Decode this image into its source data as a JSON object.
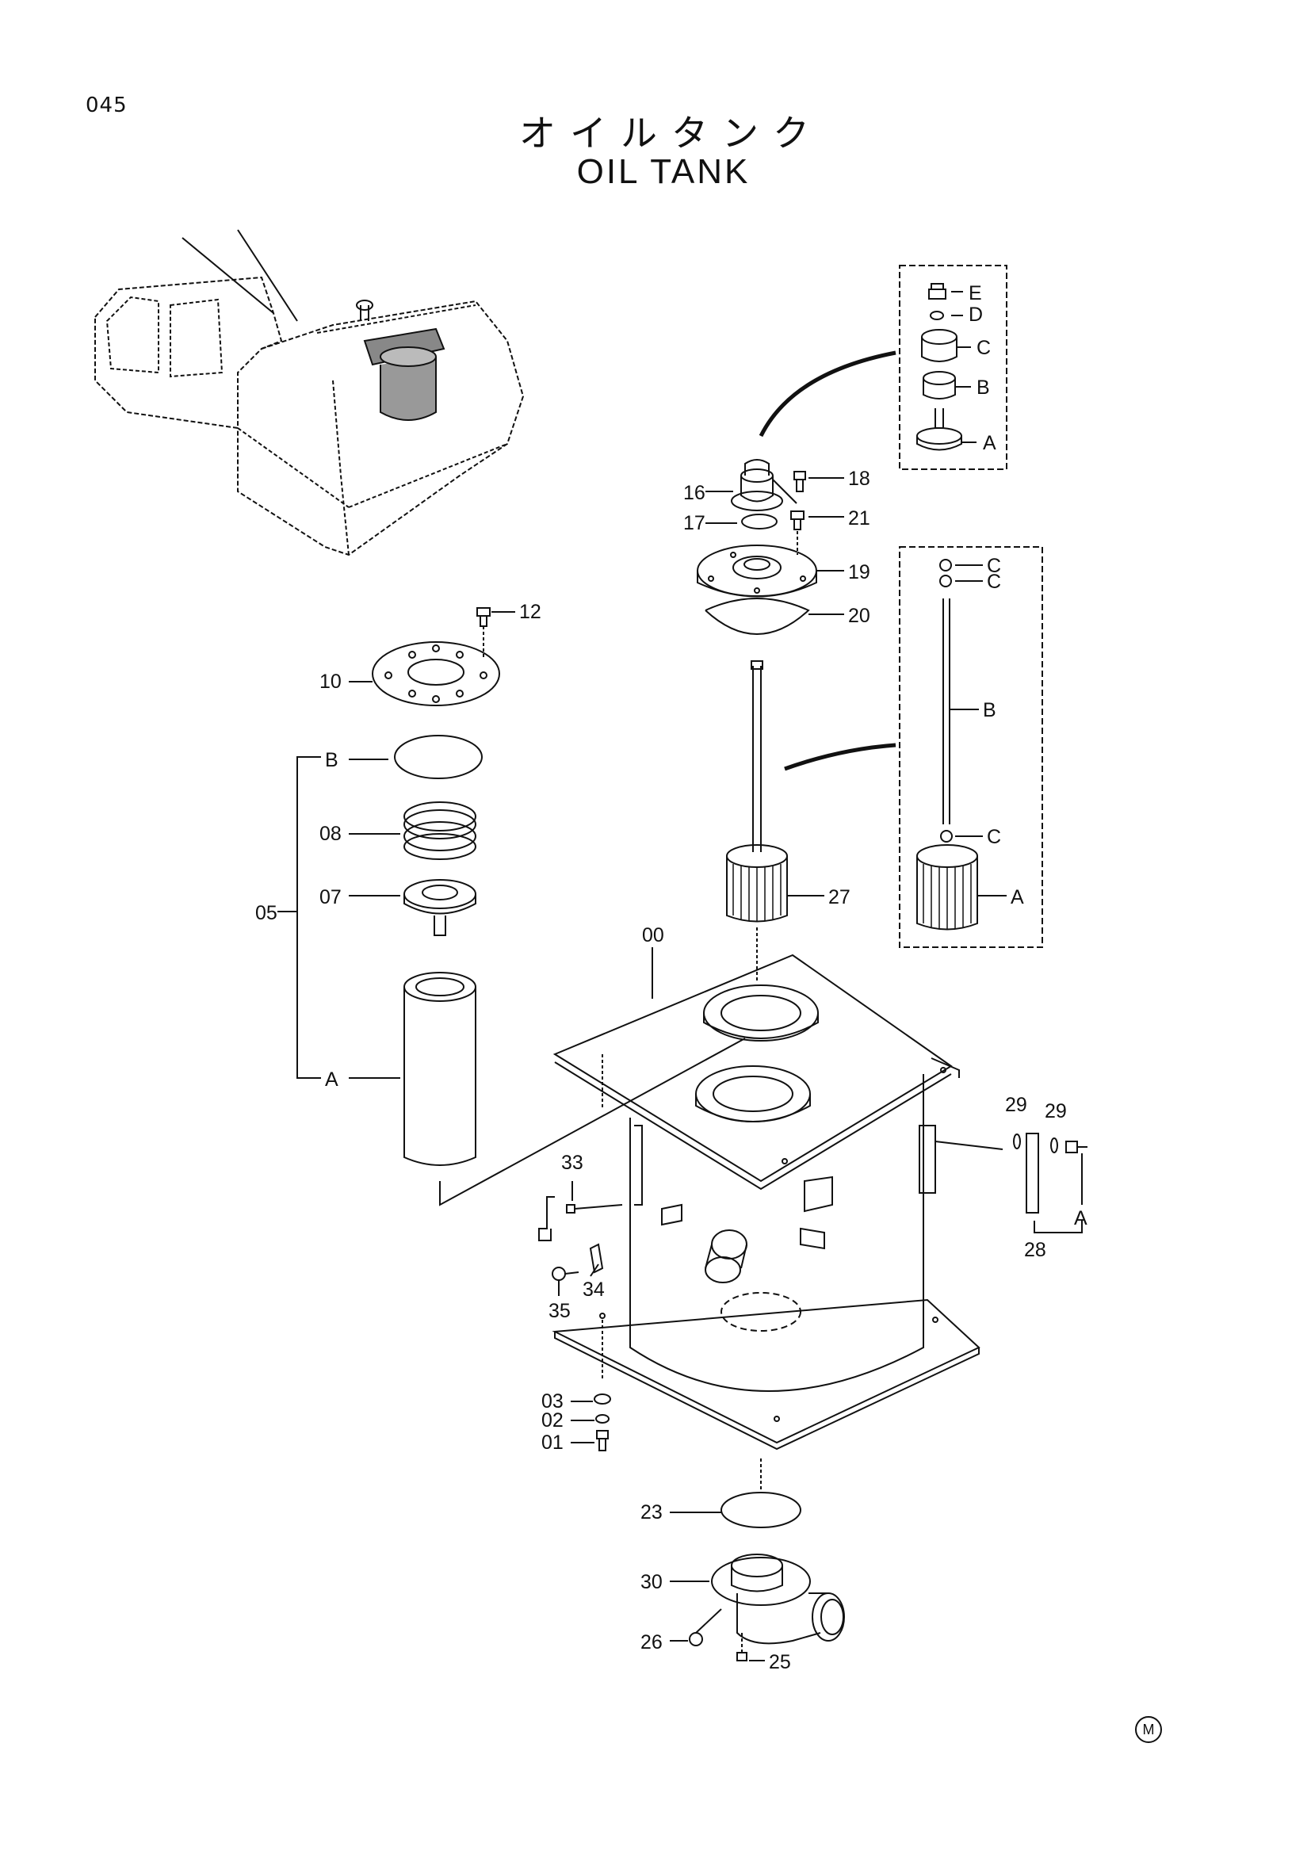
{
  "header": {
    "page_number": "045",
    "title_jp": "オイルタンク",
    "title_en": "OIL TANK"
  },
  "labels": {
    "p00": "00",
    "p01": "01",
    "p02": "02",
    "p03": "03",
    "p05": "05",
    "p07": "07",
    "p08": "08",
    "p10": "10",
    "p12": "12",
    "p16": "16",
    "p17": "17",
    "p18": "18",
    "p19": "19",
    "p20": "20",
    "p21": "21",
    "p23": "23",
    "p25": "25",
    "p26": "26",
    "p27": "27",
    "p28": "28",
    "p29a": "29",
    "p29b": "29",
    "p30": "30",
    "p33": "33",
    "p34": "34",
    "p35": "35",
    "b05": "B",
    "a05": "A",
    "a28": "A",
    "brk1_e": "E",
    "brk1_d": "D",
    "brk1_c": "C",
    "brk1_b": "B",
    "brk1_a": "A",
    "brk2_c1": "C",
    "brk2_c2": "C",
    "brk2_b": "B",
    "brk2_c3": "C",
    "brk2_a": "A"
  },
  "footer": {
    "mark": "M"
  }
}
